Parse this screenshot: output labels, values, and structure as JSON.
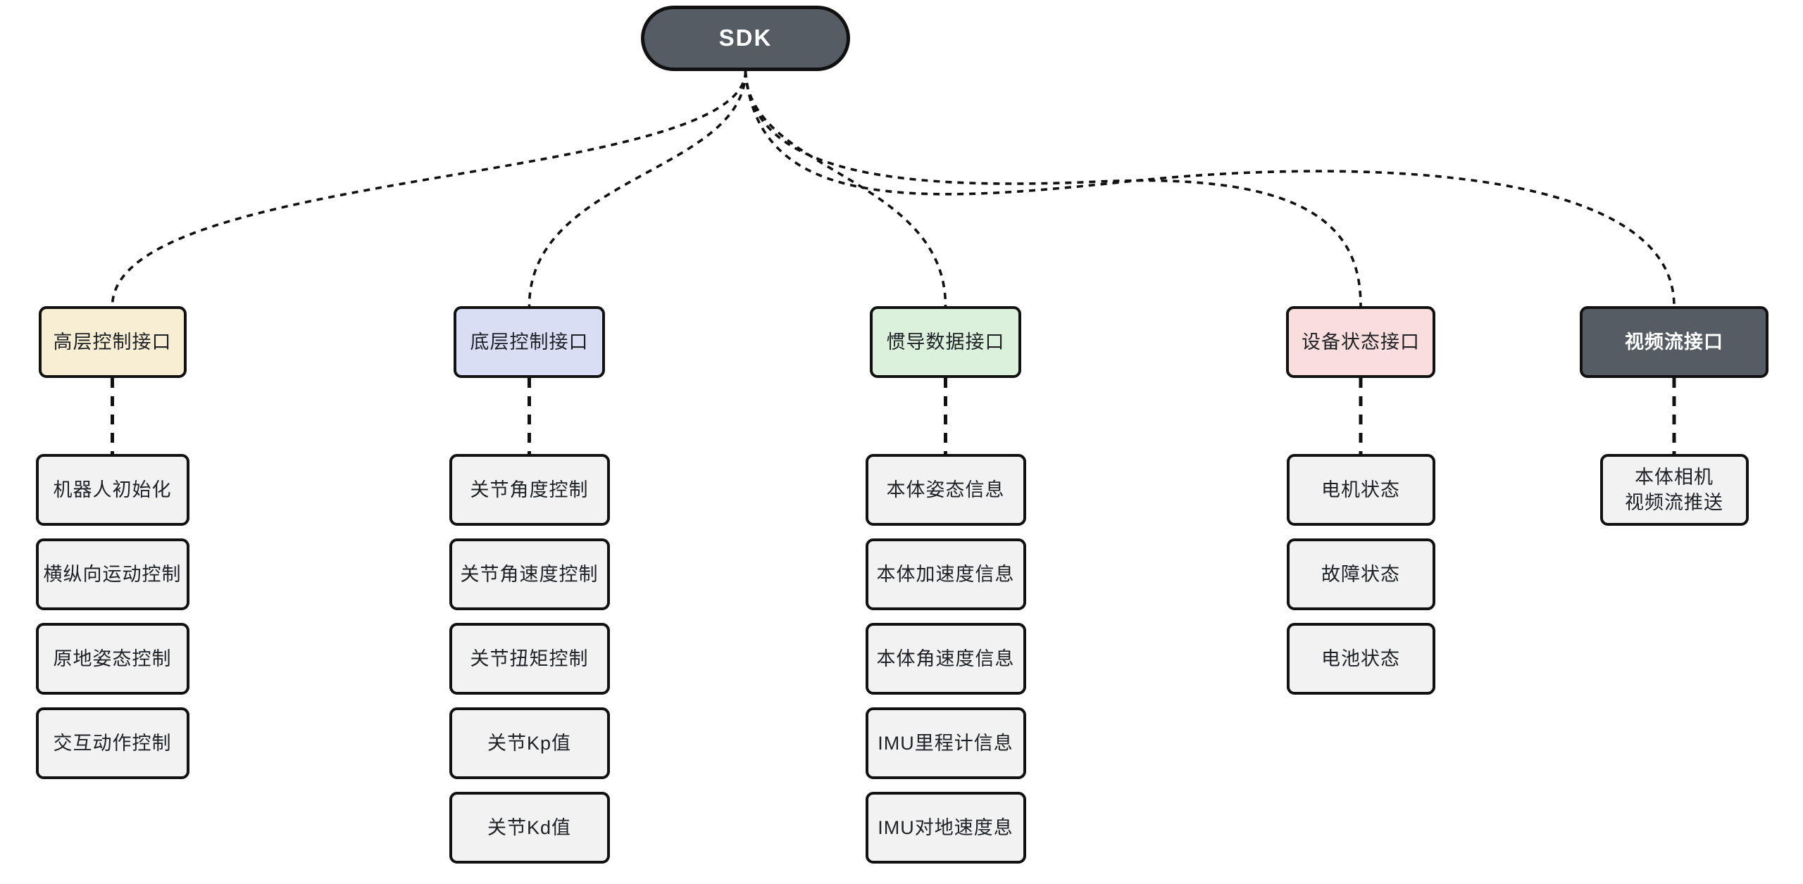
{
  "root": {
    "label": "SDK"
  },
  "columns": [
    {
      "id": "high-level-control",
      "category": {
        "label": "高层控制接口",
        "fill": "#f8eed3",
        "text_color": "#1d2126",
        "bold": false
      },
      "children": [
        "机器人初始化",
        "横纵向运动控制",
        "原地姿态控制",
        "交互动作控制"
      ]
    },
    {
      "id": "low-level-control",
      "category": {
        "label": "底层控制接口",
        "fill": "#d9def5",
        "text_color": "#1d2126",
        "bold": false
      },
      "children": [
        "关节角度控制",
        "关节角速度控制",
        "关节扭矩控制",
        "关节Kp值",
        "关节Kd值"
      ]
    },
    {
      "id": "imu-data",
      "category": {
        "label": "惯导数据接口",
        "fill": "#dcf1dc",
        "text_color": "#1d2126",
        "bold": false
      },
      "children": [
        "本体姿态信息",
        "本体加速度信息",
        "本体角速度信息",
        "IMU里程计信息",
        "IMU对地速度息"
      ]
    },
    {
      "id": "device-status",
      "category": {
        "label": "设备状态接口",
        "fill": "#fadddd",
        "text_color": "#1d2126",
        "bold": false
      },
      "children": [
        "电机状态",
        "故障状态",
        "电池状态"
      ]
    },
    {
      "id": "video-stream",
      "category": {
        "label": "视频流接口",
        "fill": "#565c64",
        "text_color": "#ffffff",
        "bold": true
      },
      "children": [
        "本体相机\n视频流推送"
      ]
    }
  ],
  "colors": {
    "background": "#ffffff",
    "node_border": "#111111",
    "root_fill": "#565c64",
    "root_text": "#ffffff",
    "leaf_fill": "#f2f2f2",
    "leaf_text": "#1d2126",
    "connector": "#111111"
  }
}
